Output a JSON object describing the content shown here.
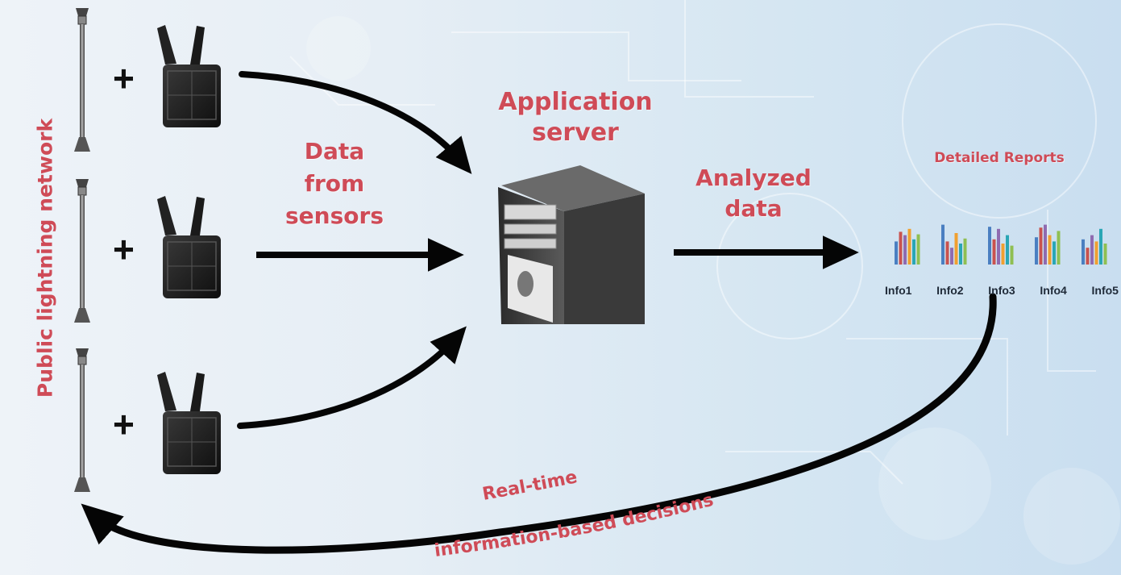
{
  "side_title": "Public lightning network",
  "plus_sign": "+",
  "labels": {
    "app_server": [
      "Application",
      "server"
    ],
    "data_from_sensors": [
      "Data",
      "from",
      "sensors"
    ],
    "analyzed_data": [
      "Analyzed",
      "data"
    ],
    "detailed_reports": "Detailed Reports",
    "realtime_line1": "Real-time",
    "realtime_line2": "information-based decisions"
  },
  "report_groups": [
    "Info1",
    "Info2",
    "Info3",
    "Info4",
    "Info5"
  ],
  "colors": {
    "label_red": "#cf4b57",
    "arrow": "#050505",
    "bar_palette": [
      "#4a7fc1",
      "#c9524e",
      "#8f6bb0",
      "#f0a030",
      "#2aa6b5",
      "#8fbf52"
    ]
  }
}
